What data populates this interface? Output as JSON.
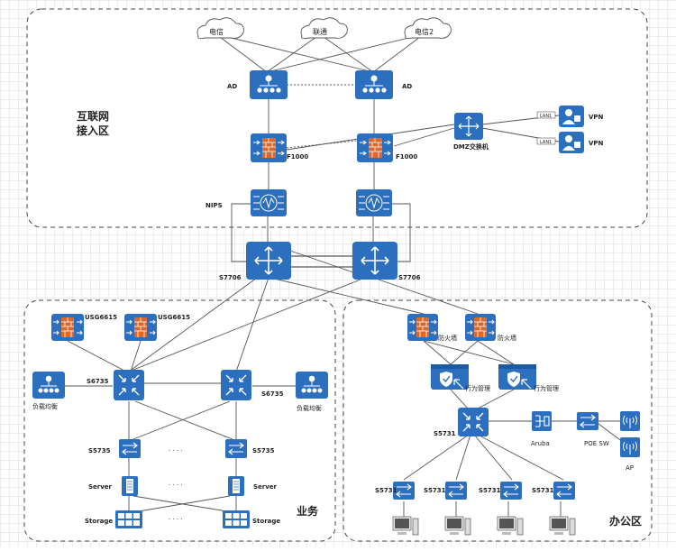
{
  "zones": {
    "internet": "互联网\n接入区",
    "business": "业务",
    "office": "办公区"
  },
  "clouds": [
    "电信",
    "联通",
    "电信2"
  ],
  "labels": {
    "ad_left": "AD",
    "ad_right": "AD",
    "f1000_left": "F1000",
    "f1000_right": "F1000",
    "dmz": "DMZ交换机",
    "lan1": "LAN1",
    "lan2": "LAN1",
    "vpn1": "VPN",
    "vpn2": "VPN",
    "nips": "NIPS",
    "s7706_left": "S7706",
    "s7706_right": "S7706",
    "usg1": "USG6615",
    "usg2": "USG6615",
    "s6735_left": "S6735",
    "s6735_right": "S6735",
    "lb_left": "负载均衡",
    "lb_right": "负载均衡",
    "s5735_left": "S5735",
    "s5735_right": "S5735",
    "server_left": "Server",
    "server_right": "Server",
    "storage_left": "Storage",
    "storage_right": "Storage",
    "fw_left": "防火墙",
    "fw_right": "防火墙",
    "bm_left": "行为管理",
    "bm_right": "行为管理",
    "s5731_core": "S5731",
    "aruba": "Aruba",
    "poe": "POE SW",
    "ap": "AP",
    "s5731_a": "S5731",
    "s5731_b": "S5731",
    "s5731_c": "S5731",
    "s5731_d": "S5731",
    "dots1": "· · · ·",
    "dots2": "· · · ·",
    "dots3": "· · · ·"
  },
  "colors": {
    "device_blue": "#2c6fbf",
    "firewall_brick": "#d9692e"
  }
}
